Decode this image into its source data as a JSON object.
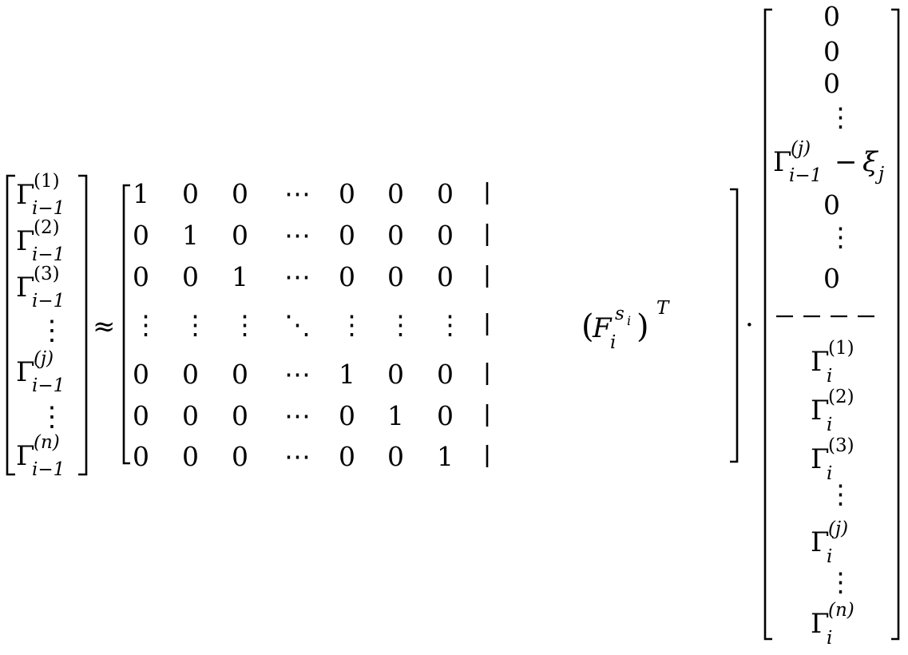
{
  "equation": {
    "lhs": {
      "entries": [
        {
          "base": "Γ",
          "sup": "(1)",
          "sub": "i−1"
        },
        {
          "base": "Γ",
          "sup": "(2)",
          "sub": "i−1"
        },
        {
          "base": "Γ",
          "sup": "(3)",
          "sub": "i−1"
        },
        {
          "vdots": "⋮"
        },
        {
          "base": "Γ",
          "sup": "(j)",
          "sub": "i−1"
        },
        {
          "vdots": "⋮"
        },
        {
          "base": "Γ",
          "sup": "(n)",
          "sub": "i−1"
        }
      ]
    },
    "relation": "≈",
    "selector_matrix": {
      "rows": [
        [
          "1",
          "0",
          "0",
          "⋯",
          "0",
          "0",
          "0"
        ],
        [
          "0",
          "1",
          "0",
          "⋯",
          "0",
          "0",
          "0"
        ],
        [
          "0",
          "0",
          "1",
          "⋯",
          "0",
          "0",
          "0"
        ],
        [
          "⋮",
          "⋮",
          "⋮",
          "⋱",
          "⋮",
          "⋮",
          "⋮"
        ],
        [
          "0",
          "0",
          "0",
          "⋯",
          "1",
          "0",
          "0"
        ],
        [
          "0",
          "0",
          "0",
          "⋯",
          "0",
          "1",
          "0"
        ],
        [
          "0",
          "0",
          "0",
          "⋯",
          "0",
          "0",
          "1"
        ]
      ],
      "separator": "|"
    },
    "jacobian_block": {
      "open_paren": "(",
      "base": "F",
      "sub": "i",
      "sup_base": "s",
      "sup_sub": "i",
      "close_paren": ")",
      "transpose": "T"
    },
    "operator": "·",
    "rhs": {
      "top_entries": [
        "0",
        "0",
        "0",
        "⋮",
        "Γ(j)i−1 − ξj",
        "0",
        "⋮",
        "0"
      ],
      "special_entry": {
        "base": "Γ",
        "sup": "(j)",
        "sub": "i−1",
        "minus": "−",
        "xi": "ξ",
        "xi_sub": "j"
      },
      "separator": "− − − −",
      "bottom_entries": [
        {
          "base": "Γ",
          "sup": "(1)",
          "sub": "i"
        },
        {
          "base": "Γ",
          "sup": "(2)",
          "sub": "i"
        },
        {
          "base": "Γ",
          "sup": "(3)",
          "sub": "i"
        },
        {
          "vdots": "⋮"
        },
        {
          "base": "Γ",
          "sup": "(j)",
          "sub": "i"
        },
        {
          "vdots": "⋮"
        },
        {
          "base": "Γ",
          "sup": "(n)",
          "sub": "i"
        }
      ]
    }
  }
}
